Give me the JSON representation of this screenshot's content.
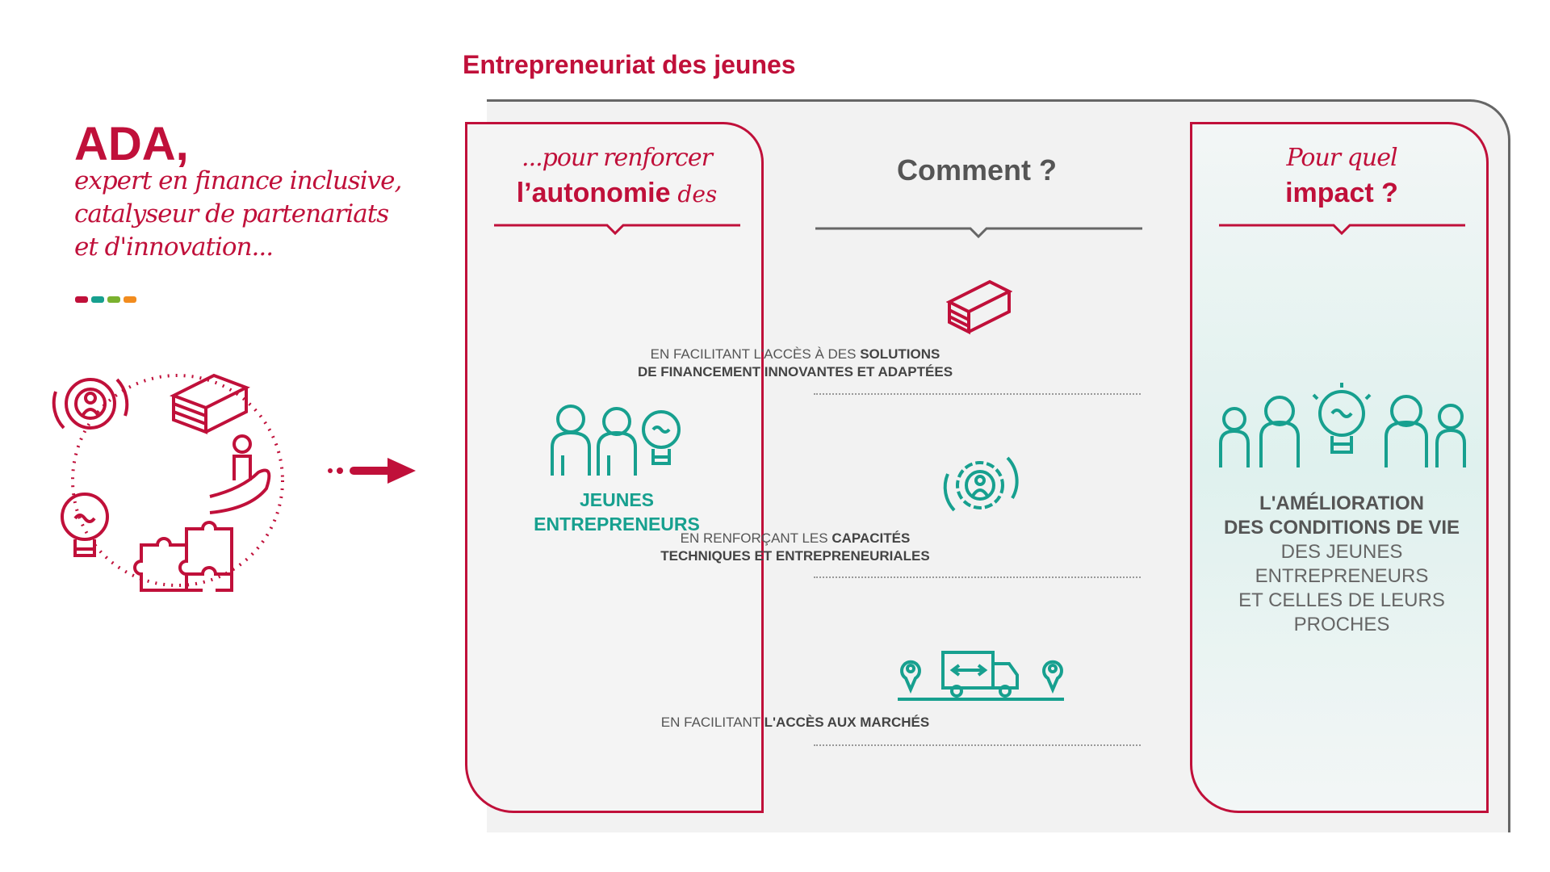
{
  "section_title": "Entrepreneuriat des jeunes",
  "intro": {
    "title": "ADA,",
    "lines": [
      "expert en finance inclusive,",
      "catalyseur de partenariats",
      "et d'innovation..."
    ],
    "dot_colors": [
      "#c0103a",
      "#17a08f",
      "#7ab12f",
      "#f28c1e"
    ]
  },
  "left": {
    "header_line1": "...pour renforcer",
    "header_bold": "l’autonomie",
    "header_tail": " des",
    "label_line1": "JEUNES",
    "label_line2": "ENTREPRENEURS"
  },
  "middle": {
    "header": "Comment ?",
    "items": [
      {
        "pre": "EN FACILITANT L'ACCÈS À DES ",
        "bold1": "SOLUTIONS",
        "line2": "DE FINANCEMENT INNOVANTES ET ADAPTÉES",
        "icon": "money-stack-icon"
      },
      {
        "pre": "EN RENFORÇANT LES ",
        "bold1": "CAPACITÉS",
        "line2": "TECHNIQUES ET ENTREPRENEURIALES",
        "icon": "gear-person-icon"
      },
      {
        "pre": "EN FACILITANT ",
        "bold1": "L'ACCÈS AUX MARCHÉS",
        "line2": "",
        "icon": "delivery-truck-icon"
      }
    ]
  },
  "right": {
    "header_line1": "Pour quel",
    "header_bold": "impact ?",
    "bold_lines": [
      "L'AMÉLIORATION",
      "DES CONDITIONS DE VIE"
    ],
    "lines": [
      "DES JEUNES",
      "ENTREPRENEURS",
      "ET CELLES DE LEURS",
      "PROCHES"
    ]
  },
  "colors": {
    "brand": "#c0103a",
    "teal": "#17a08f"
  }
}
